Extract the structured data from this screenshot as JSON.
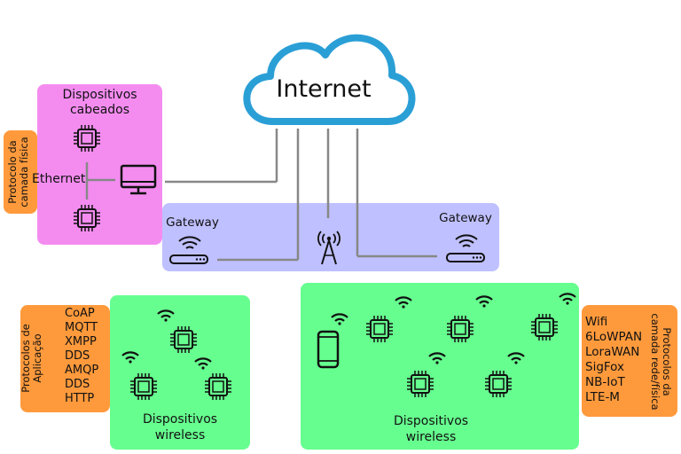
{
  "cloud": {
    "label": "Internet"
  },
  "wired": {
    "title_line1": "Dispositivos",
    "title_line2": "cabeados",
    "ethernet": "Ethernet",
    "physical_protocol_line1": "Protocolo da",
    "physical_protocol_line2": "camada física"
  },
  "gateway": {
    "left": "Gateway",
    "right": "Gateway"
  },
  "app_protocols": {
    "title_line1": "Protocolos de",
    "title_line2": "Aplicação",
    "items": [
      "CoAP",
      "MQTT",
      "XMPP",
      "DDS",
      "AMQP",
      "DDS",
      "HTTP"
    ]
  },
  "wireless_left": {
    "line1": "Dispositivos",
    "line2": "wireless"
  },
  "wireless_right": {
    "line1": "Dispositivos",
    "line2": "wireless"
  },
  "net_protocols": {
    "title_line1": "Protocolos da",
    "title_line2": "camada rede/física",
    "items": [
      "Wifi",
      "6LoWPAN",
      "LoraWAN",
      "SigFox",
      "NB-IoT",
      "LTE-M"
    ]
  },
  "colors": {
    "pink": "#f48cf0",
    "blue": "#bfc0ff",
    "green": "#66ff8f",
    "orange": "#ff9a3c",
    "cloud_stroke": "#2a9fd6",
    "line": "#888888"
  }
}
